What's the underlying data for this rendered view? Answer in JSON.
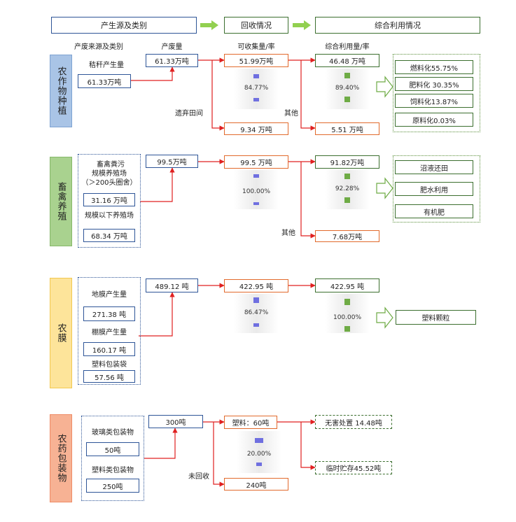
{
  "header": {
    "source_category": "产生源及类别",
    "recovery": "回收情况",
    "utilization": "综合利用情况"
  },
  "column_labels": {
    "source": "产废来源及类别",
    "amount": "产废量",
    "collect": "可收集量/率",
    "utilize": "综合利用量/率"
  },
  "crop": {
    "side": "农作物种植",
    "source_title": "秸秆产生量",
    "source_value": "61.33万吨",
    "amount": "61.33万吨",
    "collect": "51.99万吨",
    "collect_rate": "84.77%",
    "abandon_label": "遗弃田间",
    "abandon": "9.34 万吨",
    "utilize": "46.48 万吨",
    "utilize_rate": "89.40%",
    "other_label": "其他",
    "other": "5.51 万吨",
    "uses": [
      "燃料化55.75%",
      "肥料化 30.35%",
      "饲料化13.87%",
      "原料化0.03%"
    ],
    "collect_rate_value": 84.77,
    "utilize_rate_value": 89.4
  },
  "livestock": {
    "side": "畜禽养殖",
    "source_title": "畜禽粪污",
    "large_title": "规模养殖场\n（＞200头圈舍）",
    "large_value": "31.16 万吨",
    "small_title": "规模以下养殖场",
    "small_value": "68.34 万吨",
    "amount": "99.5万吨",
    "collect": "99.5 万吨",
    "collect_rate": "100.00%",
    "utilize": "91.82万吨",
    "utilize_rate": "92.28%",
    "other_label": "其他",
    "other": "7.68万吨",
    "uses": [
      "沼液还田",
      "肥水利用",
      "有机肥"
    ],
    "collect_rate_value": 100.0,
    "utilize_rate_value": 92.28
  },
  "film": {
    "side": "农膜",
    "ground_title": "地膜产生量",
    "ground_value": "271.38 吨",
    "shed_title": "棚膜产生量",
    "shed_value": "160.17 吨",
    "bag_title": "塑料包装袋",
    "bag_value": "57.56 吨",
    "amount": "489.12 吨",
    "collect": "422.95 吨",
    "collect_rate": "86.47%",
    "utilize": "422.95 吨",
    "utilize_rate": "100.00%",
    "uses": [
      "塑料颗粒"
    ],
    "collect_rate_value": 86.47,
    "utilize_rate_value": 100.0
  },
  "pesticide": {
    "side": "农药包装物",
    "glass_title": "玻璃类包装物",
    "glass_value": "50吨",
    "plastic_title": "塑料类包装物",
    "plastic_value": "250吨",
    "amount": "300吨",
    "collect": "塑料：60吨",
    "collect_rate": "20.00%",
    "uncollected_label": "未回收",
    "uncollected": "240吨",
    "harmless": "无害处置 14.48吨",
    "temp_storage": "临时贮存45.52吨",
    "collect_rate_value": 20.0
  },
  "colors": {
    "arrow_red": "#e02020",
    "header_arrow": "#92d050",
    "blue_border": "#2e5597",
    "orange_border": "#e26a2c",
    "green_border": "#3c6f2f"
  }
}
